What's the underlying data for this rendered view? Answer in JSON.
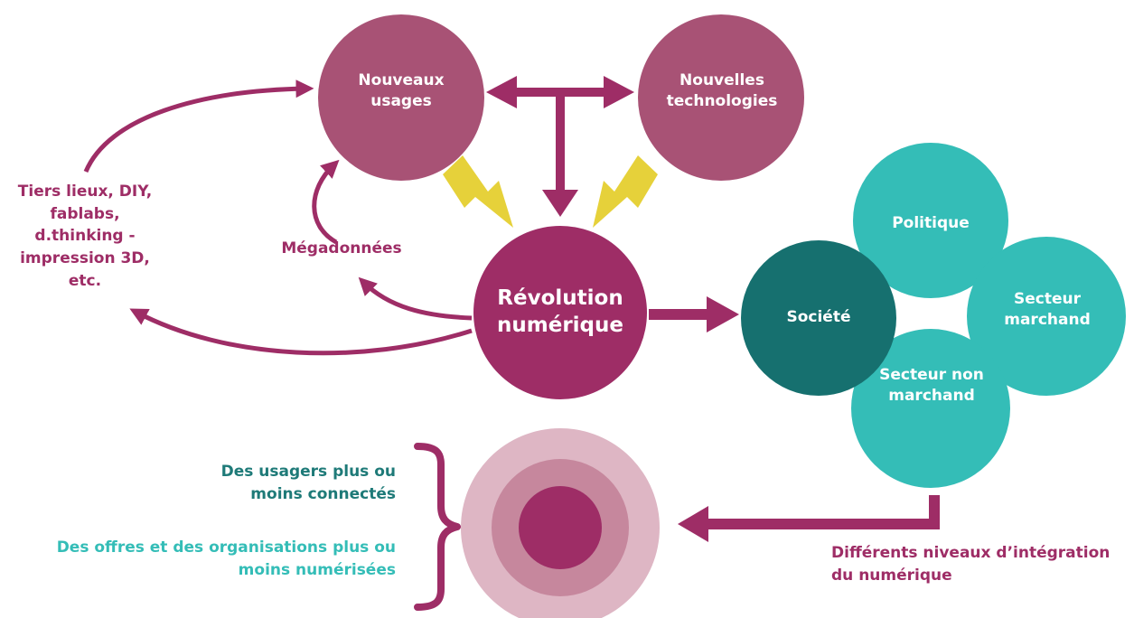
{
  "nodes": {
    "nouveaux_usages": "Nouveaux usages",
    "nouvelles_technologies": "Nouvelles technologies",
    "revolution": "Révolution numérique",
    "societe": "Société",
    "politique": "Politique",
    "secteur_marchand": "Secteur marchand",
    "secteur_non_marchand": "Secteur non marchand"
  },
  "labels": {
    "tiers_lieux": "Tiers lieux, DIY, fablabs, d.thinking - impression 3D, etc.",
    "megadonnees": "Mégadonnées",
    "niveaux": "Différents niveaux d’intégration du numérique",
    "usagers": "Des usagers plus ou moins connectés",
    "offres": "Des offres et des organisations plus ou moins numérisées"
  },
  "colors": {
    "mauve": "#a85275",
    "plum": "#9e2d66",
    "teal": "#34bdb7",
    "dark_teal": "#16706f",
    "lightning": "#e6d13a",
    "ring_outer": "#deb6c4",
    "ring_mid": "#c6879d"
  }
}
